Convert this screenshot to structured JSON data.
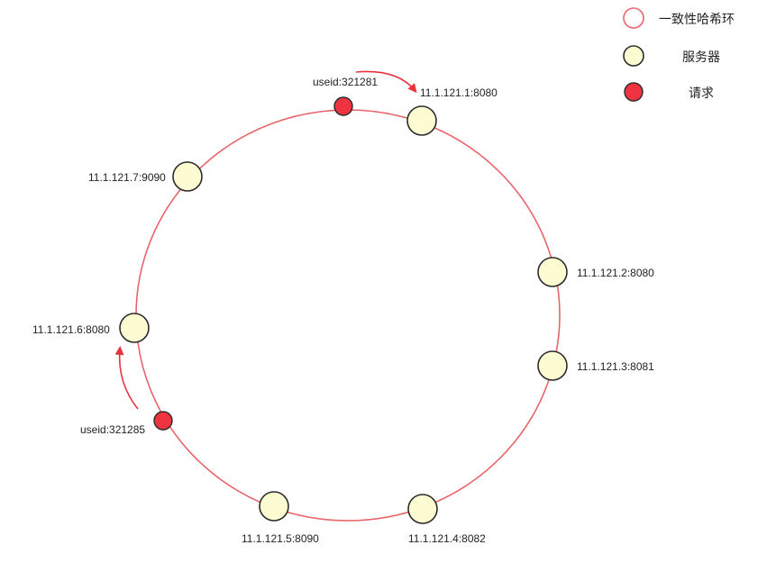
{
  "colors": {
    "ring_stroke": "#e8656a",
    "server_fill": "#fdfbd1",
    "server_stroke": "#2b2b2b",
    "request_fill": "#ef3340",
    "request_stroke": "#2b2b2b",
    "arrow": "#e8323e"
  },
  "legend": {
    "ring_label": "一致性哈希环",
    "server_label": "服务器",
    "request_label": "请求"
  },
  "servers": [
    {
      "label": "11.1.121.1:8080"
    },
    {
      "label": "11.1.121.2:8080"
    },
    {
      "label": "11.1.121.3:8081"
    },
    {
      "label": "11.1.121.4:8082"
    },
    {
      "label": "11.1.121.5:8090"
    },
    {
      "label": "11.1.121.6:8080"
    },
    {
      "label": "11.1.121.7:9090"
    }
  ],
  "requests": [
    {
      "label": "useid:321281"
    },
    {
      "label": "useid:321285"
    }
  ]
}
